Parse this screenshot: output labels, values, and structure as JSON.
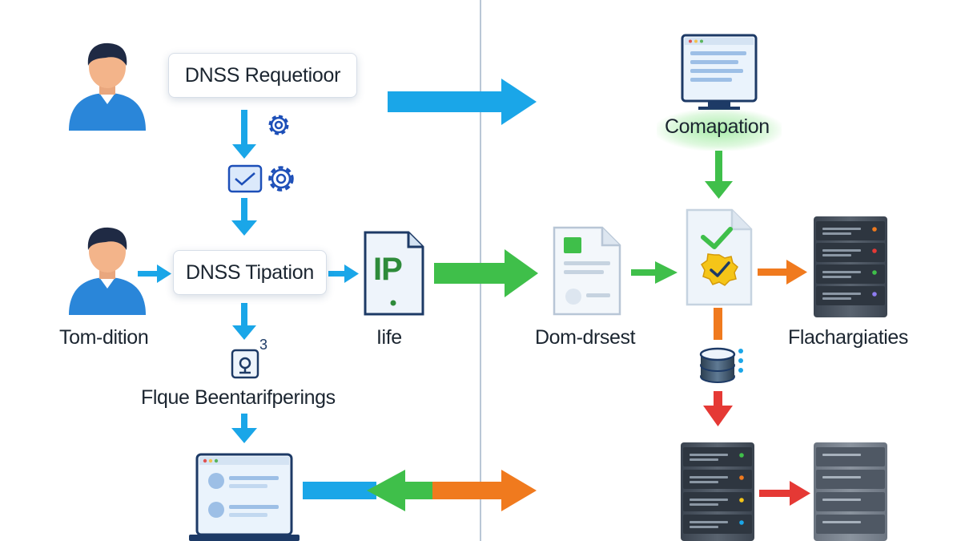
{
  "left_column": {
    "request_box": "DNSS Requetioor",
    "tipation_box": "DNSS Tipation",
    "user_label": "Tom-dition",
    "fique_label": "Flque Beentarifperings"
  },
  "middle": {
    "ip_doc_text": "IP",
    "ip_label": "Iife"
  },
  "right_column": {
    "monitor_label": "Comapation",
    "doc_label": "Dom-drsest",
    "servers_label": "Flachargiaties"
  },
  "small_mark": "3",
  "colors": {
    "blue_arrow": "#1aa6e8",
    "green_arrow": "#3fbf4a",
    "orange_arrow": "#f07a1e",
    "red_arrow": "#e53935",
    "divider": "#b9c7d6",
    "user_shirt": "#2a86d9",
    "server_body": "#4a5563"
  }
}
